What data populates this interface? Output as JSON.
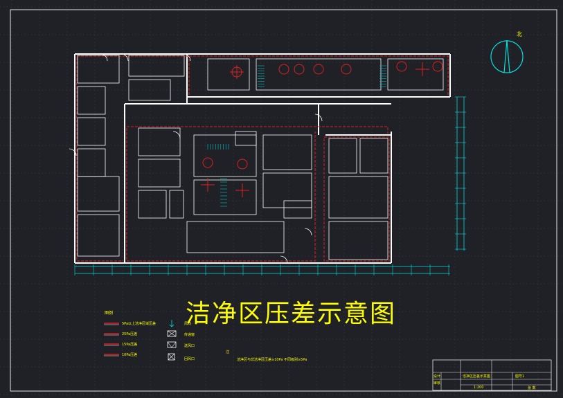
{
  "drawing": {
    "title": "洁净区压差示意图",
    "north_label": "北",
    "legend_heading": "图例",
    "legend_items": [
      {
        "label": "5Pa以上洁净区域压差",
        "line_color": "#e02020"
      },
      {
        "label": "25Pa压差",
        "line_color": "#e02020"
      },
      {
        "label": "15Pa压差",
        "line_color": "#e02020"
      },
      {
        "label": "10Pa压差",
        "line_color": "#e02020"
      }
    ],
    "symbol_items": [
      {
        "label": "风向",
        "icon": "airflow-arrow-icon"
      },
      {
        "label": "传递窗",
        "icon": "pass-box-icon"
      },
      {
        "label": "送风口",
        "icon": "supply-outlet-icon"
      },
      {
        "label": "回风口",
        "icon": "return-outlet-icon"
      }
    ],
    "note_mark": "注",
    "note_text": "洁净区与非洁净区压差≥10Pa  不同级别≥5Pa",
    "title_block": {
      "project": "洁净区压差示意图",
      "sheet": "图号1",
      "scale": "1:200",
      "design_label": "设计",
      "check_label": "审核",
      "sheet_label": "张 数"
    },
    "colors": {
      "background": "#1f2126",
      "grid": "#3a3d44",
      "frame": "#e8e8e8",
      "walls": "#ffffff",
      "pressure_line": "#e02020",
      "annotation": "#ffff00",
      "dimension": "#00e0e0",
      "equipment": "#00c0c0"
    }
  }
}
